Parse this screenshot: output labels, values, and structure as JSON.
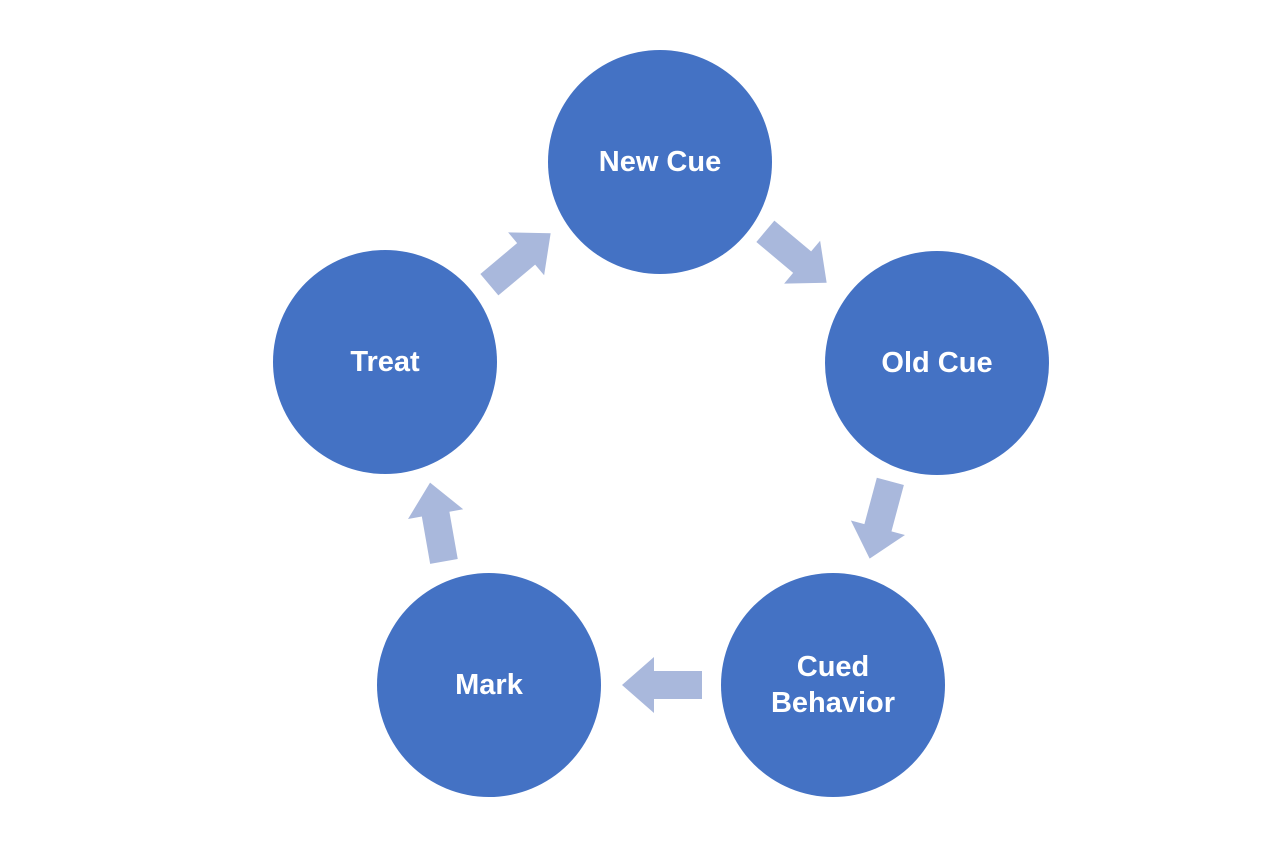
{
  "diagram": {
    "type": "cycle",
    "node_fill_color": "#4472C4",
    "arrow_fill_color": "#A9B8DC",
    "label_text_color": "#FFFFFF",
    "background_color": "#FFFFFF",
    "nodes": [
      {
        "id": "new-cue",
        "label": "New Cue",
        "position": "top"
      },
      {
        "id": "old-cue",
        "label": "Old Cue",
        "position": "right"
      },
      {
        "id": "cued-behavior",
        "label": "Cued Behavior",
        "position": "bottom-right"
      },
      {
        "id": "mark",
        "label": "Mark",
        "position": "bottom-left"
      },
      {
        "id": "treat",
        "label": "Treat",
        "position": "left"
      }
    ],
    "arrows": [
      {
        "from": "New Cue",
        "to": "Old Cue"
      },
      {
        "from": "Old Cue",
        "to": "Cued Behavior"
      },
      {
        "from": "Cued Behavior",
        "to": "Mark"
      },
      {
        "from": "Mark",
        "to": "Treat"
      },
      {
        "from": "Treat",
        "to": "New Cue"
      }
    ]
  }
}
